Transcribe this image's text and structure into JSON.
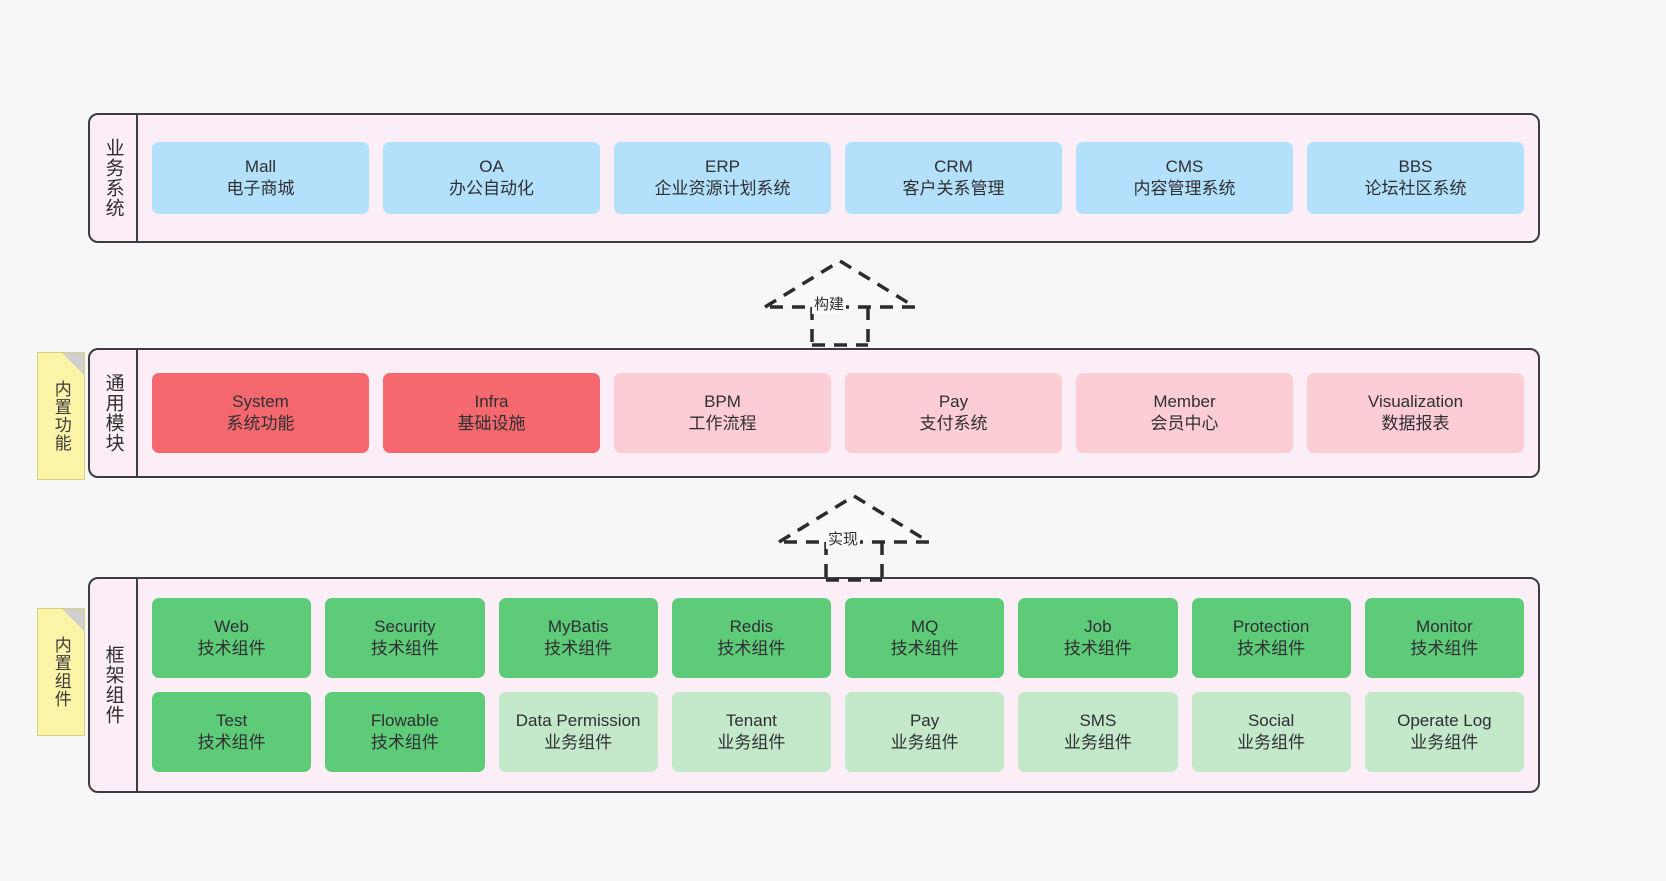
{
  "diagram": {
    "background_color": "#f7f7f7",
    "layer_fill": "#fbeef6",
    "layer_border": "#3f3b44",
    "note_fill": "#fcf5a8"
  },
  "layers": {
    "business": {
      "title": "业务系统",
      "card_color": "#b3e0fa",
      "cards": [
        {
          "en": "Mall",
          "cn": "电子商城"
        },
        {
          "en": "OA",
          "cn": "办公自动化"
        },
        {
          "en": "ERP",
          "cn": "企业资源计划系统"
        },
        {
          "en": "CRM",
          "cn": "客户关系管理"
        },
        {
          "en": "CMS",
          "cn": "内容管理系统"
        },
        {
          "en": "BBS",
          "cn": "论坛社区系统"
        }
      ]
    },
    "modules": {
      "title": "通用模块",
      "card_color_primary": "#f4686e",
      "card_color_secondary": "#fccdd5",
      "cards": [
        {
          "en": "System",
          "cn": "系统功能",
          "style": "c-red"
        },
        {
          "en": "Infra",
          "cn": "基础设施",
          "style": "c-red"
        },
        {
          "en": "BPM",
          "cn": "工作流程",
          "style": "c-pink"
        },
        {
          "en": "Pay",
          "cn": "支付系统",
          "style": "c-pink"
        },
        {
          "en": "Member",
          "cn": "会员中心",
          "style": "c-pink"
        },
        {
          "en": "Visualization",
          "cn": "数据报表",
          "style": "c-pink"
        }
      ]
    },
    "framework": {
      "title": "框架组件",
      "card_color_tech": "#5ecb79",
      "card_color_biz": "#c3e9ca",
      "row1": [
        {
          "en": "Web",
          "cn": "技术组件",
          "style": "c-green"
        },
        {
          "en": "Security",
          "cn": "技术组件",
          "style": "c-green"
        },
        {
          "en": "MyBatis",
          "cn": "技术组件",
          "style": "c-green"
        },
        {
          "en": "Redis",
          "cn": "技术组件",
          "style": "c-green"
        },
        {
          "en": "MQ",
          "cn": "技术组件",
          "style": "c-green"
        },
        {
          "en": "Job",
          "cn": "技术组件",
          "style": "c-green"
        },
        {
          "en": "Protection",
          "cn": "技术组件",
          "style": "c-green"
        },
        {
          "en": "Monitor",
          "cn": "技术组件",
          "style": "c-green"
        }
      ],
      "row2": [
        {
          "en": "Test",
          "cn": "技术组件",
          "style": "c-green"
        },
        {
          "en": "Flowable",
          "cn": "技术组件",
          "style": "c-green"
        },
        {
          "en": "Data Permission",
          "cn": "业务组件",
          "style": "c-green-light"
        },
        {
          "en": "Tenant",
          "cn": "业务组件",
          "style": "c-green-light"
        },
        {
          "en": "Pay",
          "cn": "业务组件",
          "style": "c-green-light"
        },
        {
          "en": "SMS",
          "cn": "业务组件",
          "style": "c-green-light"
        },
        {
          "en": "Social",
          "cn": "业务组件",
          "style": "c-green-light"
        },
        {
          "en": "Operate Log",
          "cn": "业务组件",
          "style": "c-green-light"
        }
      ]
    }
  },
  "notes": {
    "functions": "内置功能",
    "components": "内置组件"
  },
  "connectors": {
    "build": "构建",
    "implement": "实现"
  }
}
